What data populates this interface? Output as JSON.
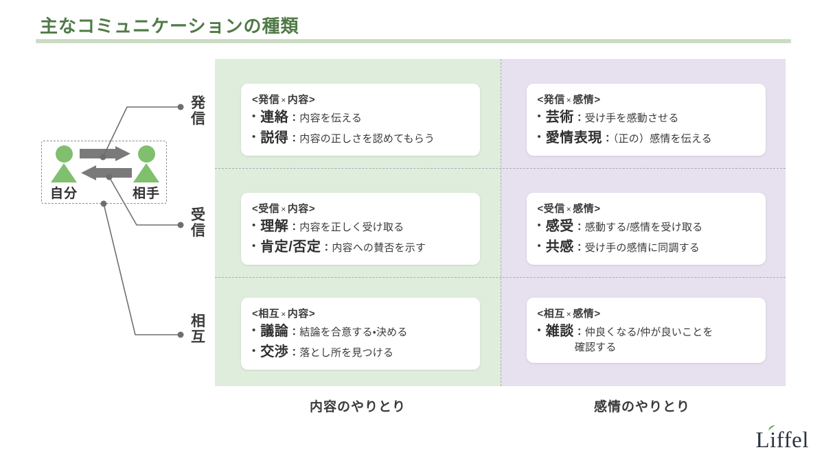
{
  "title": "主なコミュニケーションの種類",
  "diagram": {
    "self_label": "自分",
    "other_label": "相手",
    "arrow_right_icon": "arrow-right-icon",
    "arrow_left_icon": "arrow-left-icon"
  },
  "row_labels": [
    "発信",
    "受信",
    "相互"
  ],
  "column_labels": [
    "内容のやりとり",
    "感情のやりとり"
  ],
  "colors": {
    "title": "#4f7a46",
    "title_rule": "#cbdcc2",
    "content_panel": "#dfeedc",
    "emotion_panel": "#e7e0ef",
    "actor_green": "#7fbf6e",
    "arrow_gray": "#7a7a7a",
    "connector_gray": "#6e6e6e",
    "card_white": "#ffffff"
  },
  "cards": [
    {
      "head_left": "発信",
      "head_times": "×",
      "head_right": "内容",
      "items": [
        {
          "term": "連絡",
          "colon": "：",
          "desc": "内容を伝える"
        },
        {
          "term": "説得",
          "colon": "：",
          "desc": "内容の正しさを認めてもらう"
        }
      ]
    },
    {
      "head_left": "発信",
      "head_times": "×",
      "head_right": "感情",
      "items": [
        {
          "term": "芸術",
          "colon": "：",
          "desc": "受け手を感動させる"
        },
        {
          "term": "愛情表現",
          "colon": "：",
          "desc": "（正の）感情を伝える"
        }
      ]
    },
    {
      "head_left": "受信",
      "head_times": "×",
      "head_right": "内容",
      "items": [
        {
          "term": "理解",
          "colon": "：",
          "desc": "内容を正しく受け取る"
        },
        {
          "term": "肯定/否定",
          "colon": "：",
          "desc": "内容への賛否を示す"
        }
      ]
    },
    {
      "head_left": "受信",
      "head_times": "×",
      "head_right": "感情",
      "items": [
        {
          "term": "感受",
          "colon": "：",
          "desc": "感動する/感情を受け取る"
        },
        {
          "term": "共感",
          "colon": "：",
          "desc": "受け手の感情に同調する"
        }
      ]
    },
    {
      "head_left": "相互",
      "head_times": "×",
      "head_right": "内容",
      "items": [
        {
          "term": "議論",
          "colon": "：",
          "desc": "結論を合意する・決める"
        },
        {
          "term": "交渉",
          "colon": "：",
          "desc": "落とし所を見つける"
        }
      ]
    },
    {
      "head_left": "相互",
      "head_times": "×",
      "head_right": "感情",
      "items": [
        {
          "term": "雑談",
          "colon": "：",
          "desc": "仲良くなる/仲が良いことを",
          "desc2": "確認する"
        }
      ]
    }
  ],
  "logo": {
    "text": "Liffel",
    "leaf_icon": "leaf-icon"
  }
}
